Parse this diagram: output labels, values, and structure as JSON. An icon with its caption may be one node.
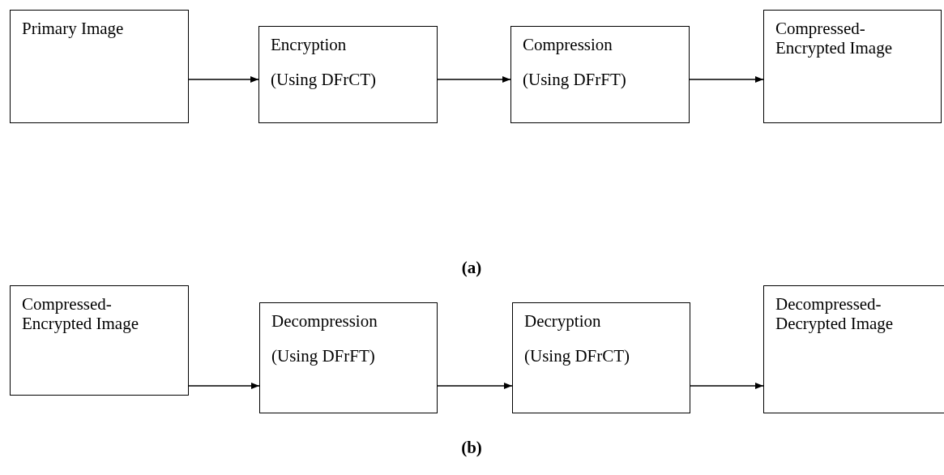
{
  "diagram": {
    "nodes": [
      {
        "text": [
          "Primary Image"
        ]
      },
      {
        "text": [
          "Encryption",
          "(Using DFrCT)"
        ]
      },
      {
        "text": [
          "Compression",
          "(Using DFrFT)"
        ]
      },
      {
        "text": [
          "Compressed- Encrypted Image"
        ]
      },
      {
        "text": [
          "Compressed- Encrypted Image"
        ]
      },
      {
        "text": [
          "Decompression",
          "(Using DFrFT)"
        ]
      },
      {
        "text": [
          "Decryption",
          "(Using DFrCT)"
        ]
      },
      {
        "text": [
          "Decompressed- Decrypted Image"
        ]
      }
    ],
    "edges": [
      {
        "from": 0,
        "to": 1,
        "arrow": "to"
      },
      {
        "from": 1,
        "to": 2,
        "arrow": "to"
      },
      {
        "from": 2,
        "to": 3,
        "arrow": "to"
      },
      {
        "from": 4,
        "to": 5,
        "arrow": "to"
      },
      {
        "from": 5,
        "to": 6,
        "arrow": "to"
      },
      {
        "from": 6,
        "to": 7,
        "arrow": "to"
      }
    ],
    "labels": [
      "(a)",
      "(b)"
    ]
  }
}
